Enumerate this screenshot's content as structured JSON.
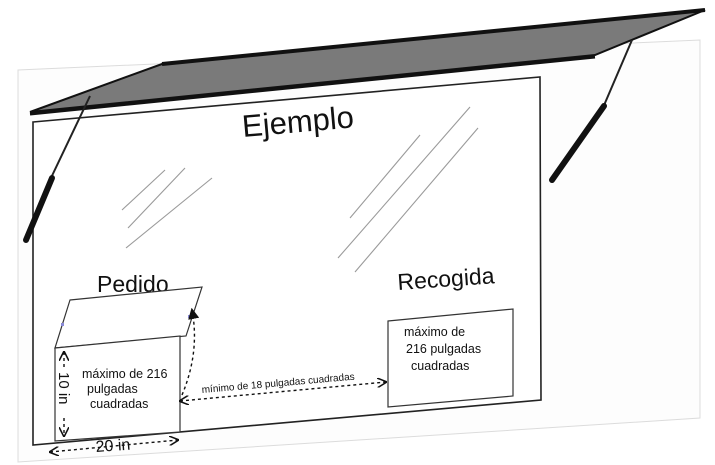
{
  "title": "Ejemplo",
  "left_window": {
    "heading": "Pedido",
    "box_text": [
      "máximo de 216",
      "pulgadas",
      "cuadradas"
    ],
    "height_label": "10 in",
    "width_label": "20 in"
  },
  "right_window": {
    "heading": "Recogida",
    "box_text": [
      "máximo de",
      "216 pulgadas",
      "cuadradas"
    ]
  },
  "gap_label": "mínimo de 18 pulgadas cuadradas"
}
